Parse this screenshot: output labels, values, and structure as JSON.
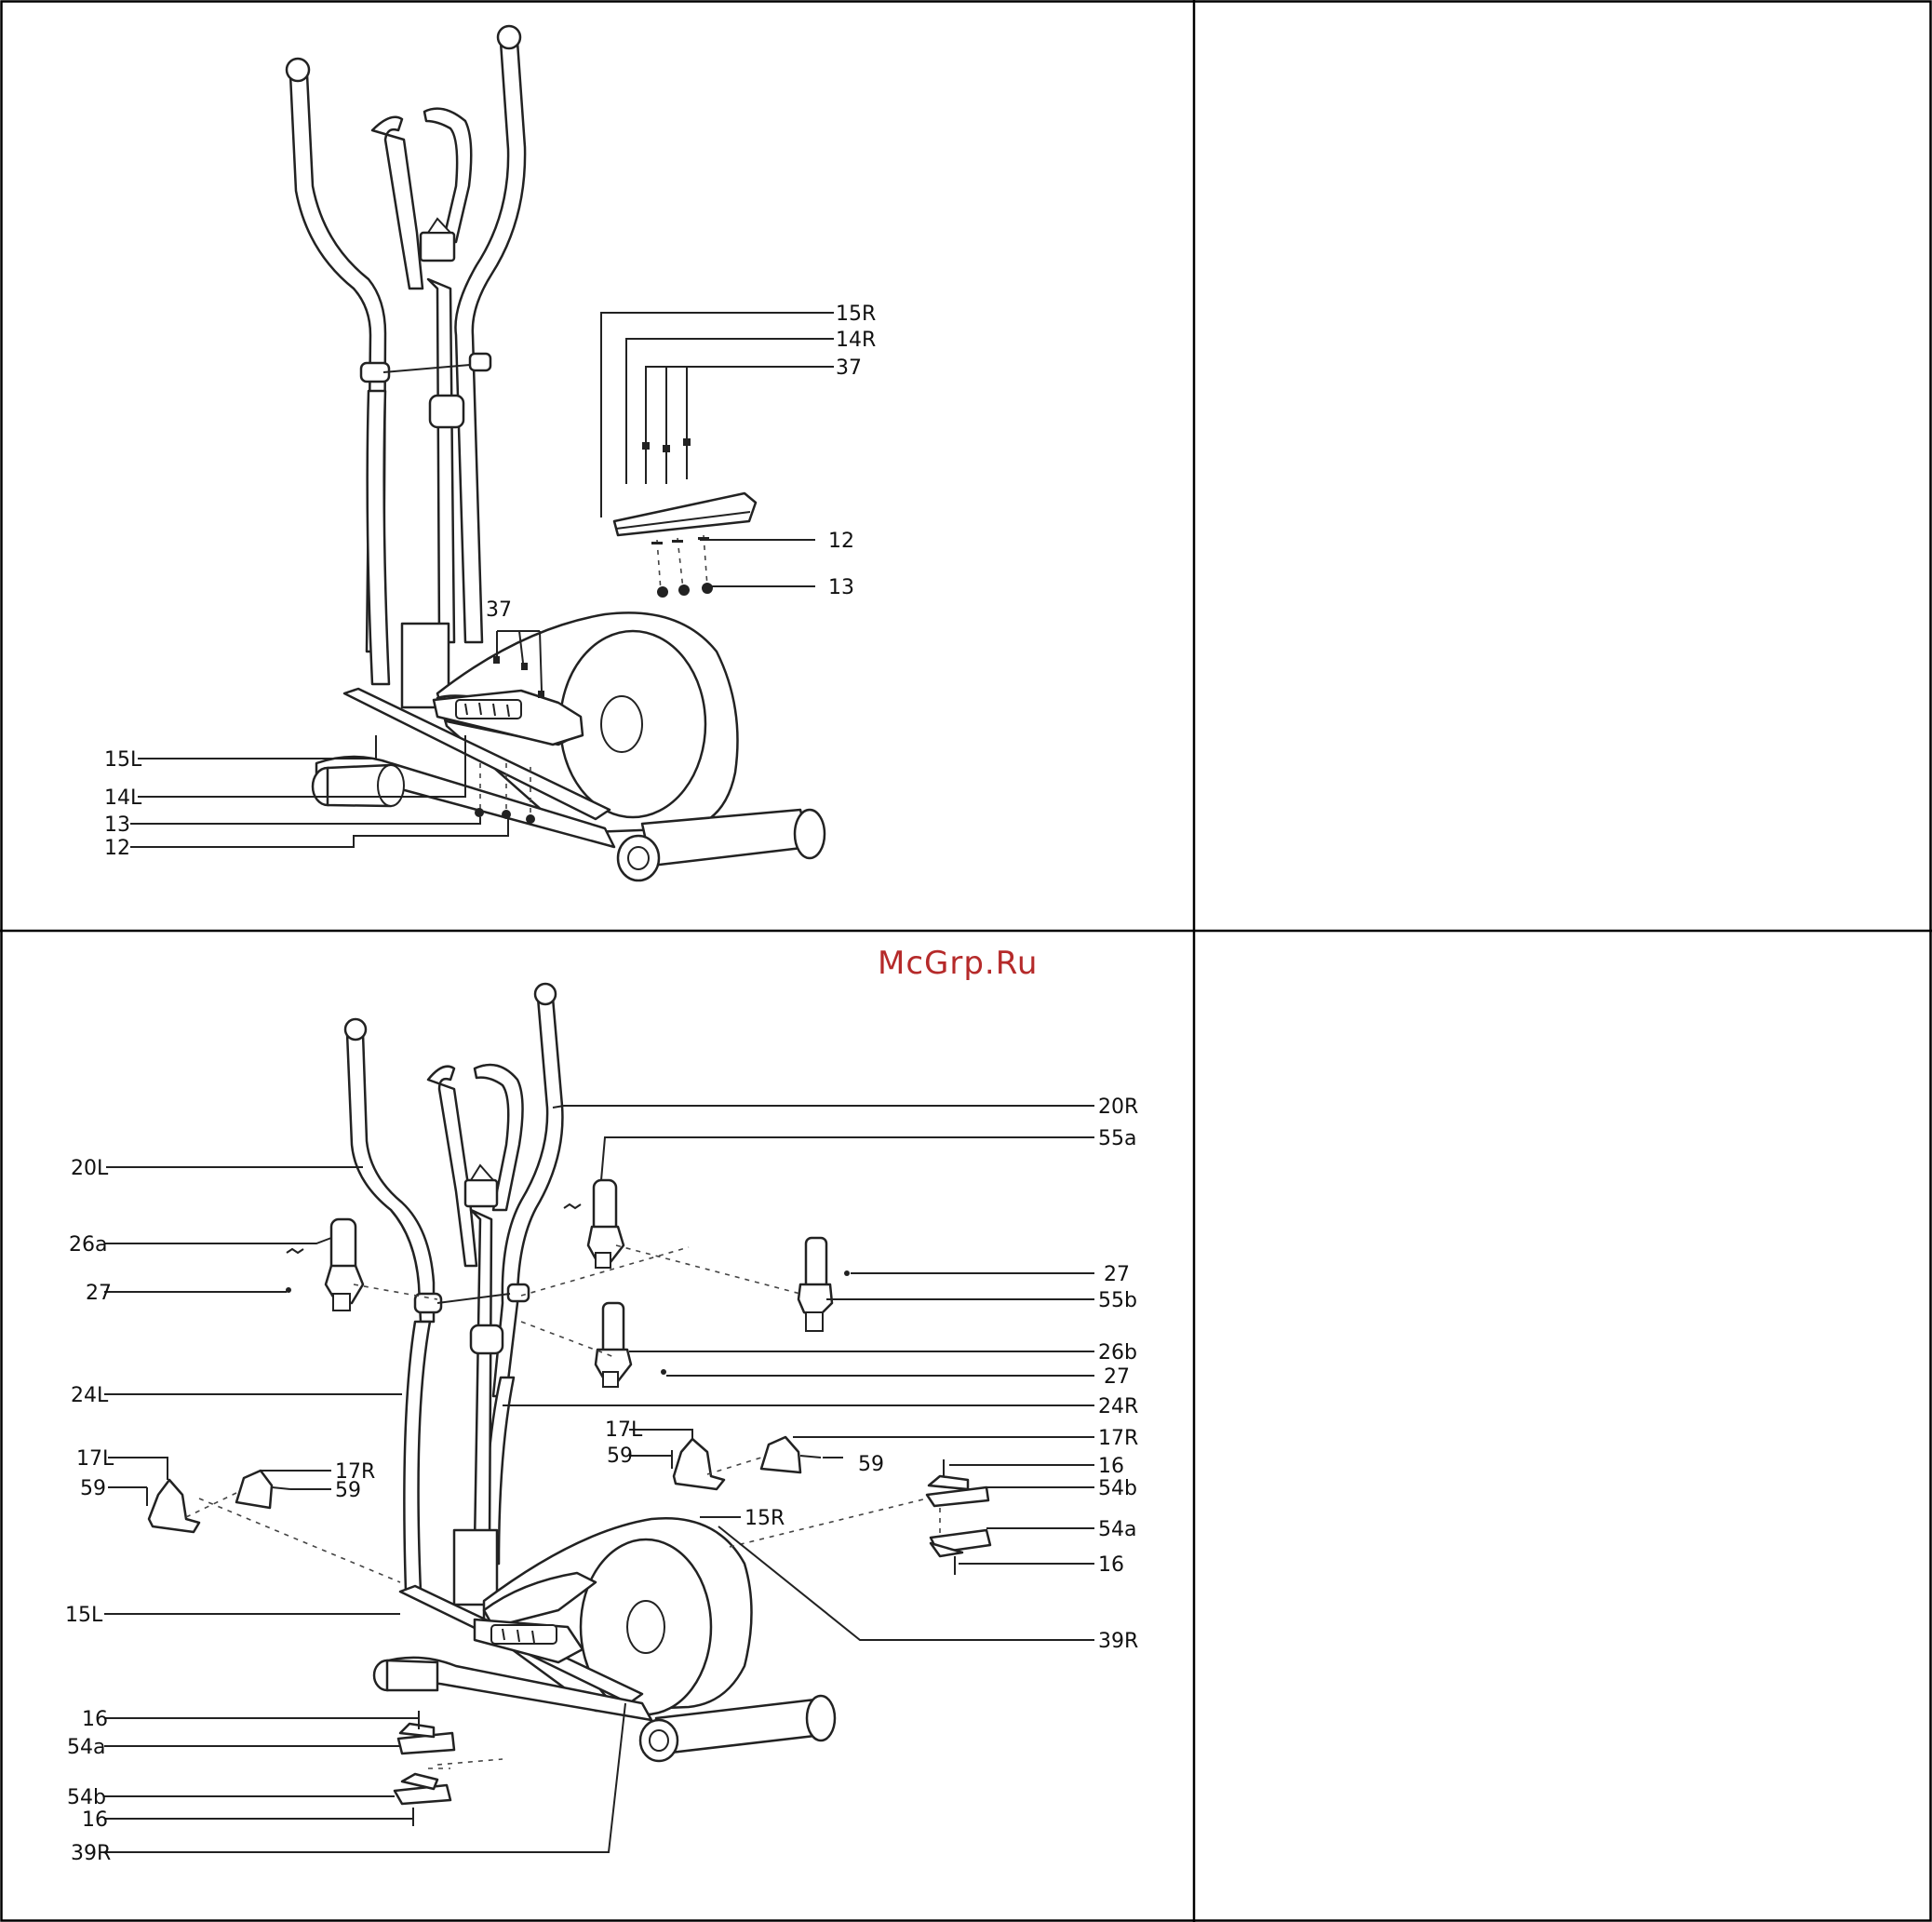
{
  "watermark": "McGrp.Ru",
  "panel_top": {
    "labels": {
      "l15R": "15R",
      "l14R": "14R",
      "l37a": "37",
      "l12a": "12",
      "l13a": "13",
      "l37b": "37",
      "l15L": "15L",
      "l14L": "14L",
      "l13b": "13",
      "l12b": "12"
    }
  },
  "panel_bottom": {
    "labels": {
      "l20R": "20R",
      "l55a": "55a",
      "l27a": "27",
      "l55b": "55b",
      "l26b": "26b",
      "l27b": "27",
      "l24R": "24R",
      "l17Lr": "17L",
      "l59r1": "59",
      "l17Rr": "17R",
      "l59r2": "59",
      "l16a": "16",
      "l54br": "54b",
      "l15R": "15R",
      "l54ar": "54a",
      "l16b": "16",
      "l39Ra": "39R",
      "l20L": "20L",
      "l26a": "26a",
      "l27c": "27",
      "l24L": "24L",
      "l17L": "17L",
      "l59a": "59",
      "l17R": "17R",
      "l59b": "59",
      "l15L": "15L",
      "l16c": "16",
      "l54a": "54a",
      "l54b": "54b",
      "l16d": "16",
      "l39Rb": "39R"
    }
  }
}
